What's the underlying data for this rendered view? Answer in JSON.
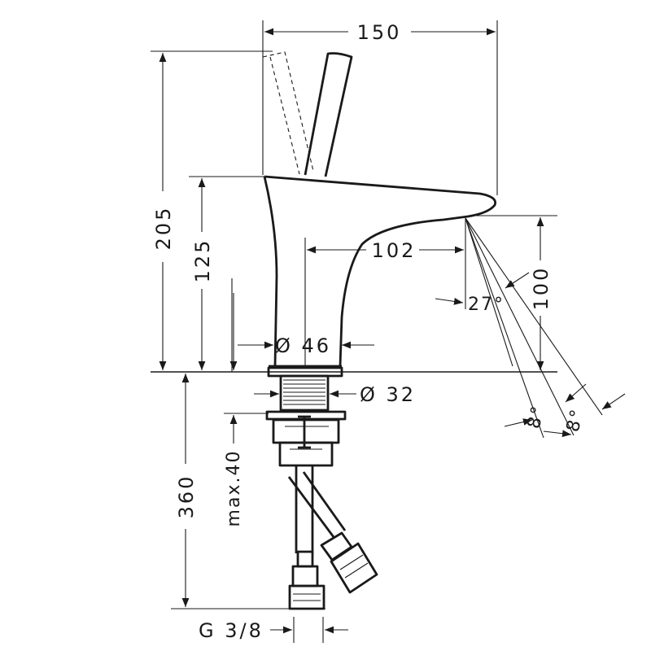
{
  "dimensions": {
    "width_total": "150",
    "height_total": "205",
    "height_spout": "125",
    "spout_reach": "102",
    "spout_height": "100",
    "angle_main": "27°",
    "angle_left": "8°",
    "angle_right": "8°",
    "base_diameter": "Ø 46",
    "shank_diameter": "Ø 32",
    "hose_length": "360",
    "max_thickness": "max.40",
    "connection": "G 3/8"
  }
}
